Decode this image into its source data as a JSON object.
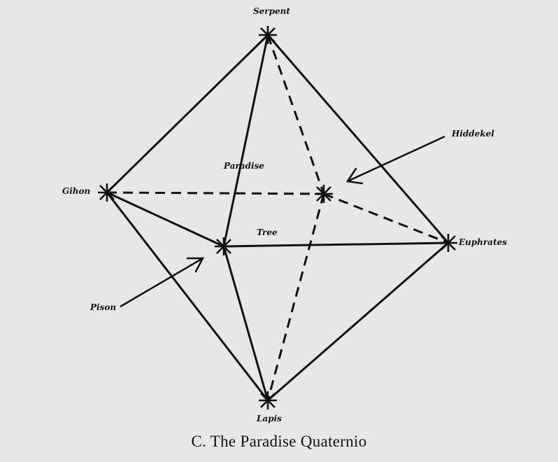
{
  "diagram": {
    "nodes": {
      "serpent": "Serpent",
      "gihon": "Gihon",
      "hiddekel": "Hiddekel",
      "euphrates": "Euphrates",
      "pison": "Pison",
      "lapis": "Lapis"
    },
    "edge_labels": {
      "paradise": "Paradise",
      "tree": "Tree"
    },
    "caption": "C. The Paradise Quaternio"
  }
}
